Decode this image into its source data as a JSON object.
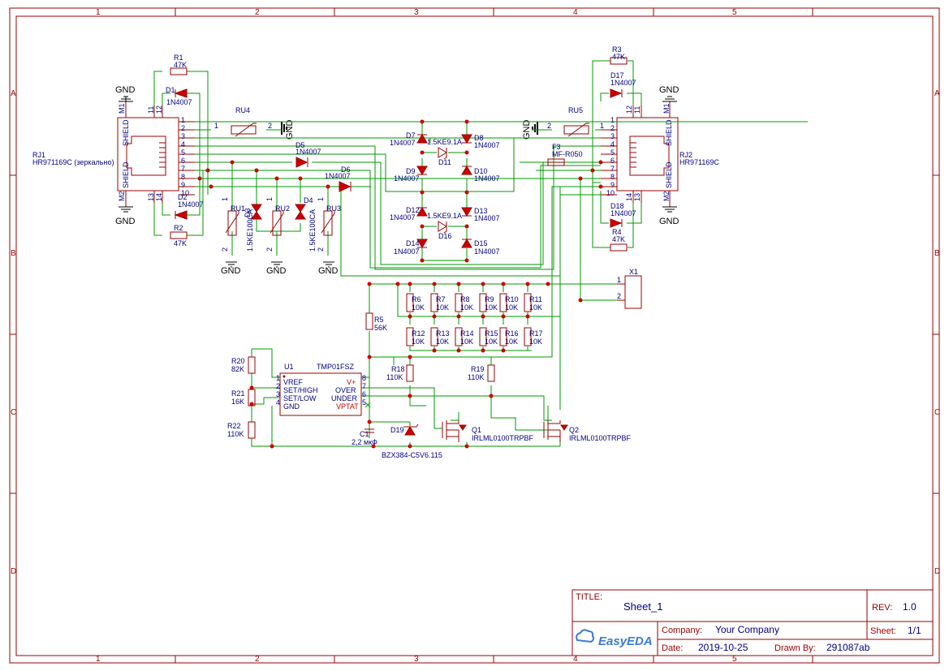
{
  "frame": {
    "col_labels": [
      "1",
      "2",
      "3",
      "4",
      "5"
    ],
    "row_labels": [
      "A",
      "B",
      "C",
      "D"
    ]
  },
  "gnd_label": "GND",
  "connectors": {
    "rj1": {
      "ref": "RJ1",
      "value": "HR971169C (зеркально)",
      "m1": "M1",
      "m2": "M2",
      "shield": "SHIELD"
    },
    "rj2": {
      "ref": "RJ2",
      "value": "HR971169C",
      "m1": "M1",
      "m2": "M2",
      "shield": "SHIELD"
    },
    "x1": {
      "ref": "X1",
      "pin1": "1",
      "pin2": "2"
    }
  },
  "pins": {
    "rj_left": [
      "1",
      "2",
      "3",
      "4",
      "5",
      "6",
      "7",
      "8",
      "9",
      "10"
    ],
    "rj_top": [
      "11",
      "12"
    ],
    "rj_bot": [
      "13",
      "14"
    ],
    "rj2_top": [
      "12",
      "11"
    ],
    "rj2_bot": [
      "14",
      "13"
    ],
    "ru_12": [
      "1",
      "2"
    ]
  },
  "components": {
    "R1": {
      "ref": "R1",
      "val": "47K"
    },
    "R2": {
      "ref": "R2",
      "val": "47K"
    },
    "R3": {
      "ref": "R3",
      "val": "47K"
    },
    "R4": {
      "ref": "R4",
      "val": "47K"
    },
    "D1": {
      "ref": "D1",
      "val": "1N4007"
    },
    "D2": {
      "ref": "D2",
      "val": "1N4007"
    },
    "D17": {
      "ref": "D17",
      "val": "1N4007"
    },
    "D18": {
      "ref": "D18",
      "val": "1N4007"
    },
    "RU4": {
      "ref": "RU4"
    },
    "RU5": {
      "ref": "RU5"
    },
    "D5": {
      "ref": "D5",
      "val": "1N4007"
    },
    "D6": {
      "ref": "D6",
      "val": "1N4007"
    },
    "RU1": {
      "ref": "RU1"
    },
    "RU2": {
      "ref": "RU2"
    },
    "RU3": {
      "ref": "RU3"
    },
    "D3": {
      "ref": "D3",
      "val": "1.5KE100CA"
    },
    "D4": {
      "ref": "D4",
      "val": "1.5KE100CA"
    },
    "D7": {
      "ref": "D7",
      "val": "1N4007"
    },
    "D8": {
      "ref": "D8",
      "val": "1N4007"
    },
    "D9": {
      "ref": "D9",
      "val": "1N4007"
    },
    "D10": {
      "ref": "D10",
      "val": "1N4007"
    },
    "D11": {
      "ref": "D11",
      "val": "1.5KE9.1A"
    },
    "D12": {
      "ref": "D12",
      "val": "1N4007"
    },
    "D13": {
      "ref": "D13",
      "val": "1N4007"
    },
    "D14": {
      "ref": "D14",
      "val": "1N4007"
    },
    "D15": {
      "ref": "D15",
      "val": "1N4007"
    },
    "D16": {
      "ref": "D16",
      "val": "1.5KE9.1A"
    },
    "F3": {
      "ref": "F3",
      "val": "MF-R050"
    },
    "R5": {
      "ref": "R5",
      "val": "56K"
    },
    "R18": {
      "ref": "R18",
      "val": "110K"
    },
    "R19": {
      "ref": "R19",
      "val": "110K"
    },
    "R20": {
      "ref": "R20",
      "val": "82K"
    },
    "R21": {
      "ref": "R21",
      "val": "16K"
    },
    "R22": {
      "ref": "R22",
      "val": "110K"
    },
    "C1": {
      "ref": "C1",
      "val": "2,2 мкФ"
    },
    "D19": {
      "ref": "D19",
      "val": "BZX384-C5V6.115"
    },
    "Q1": {
      "ref": "Q1",
      "val": "IRLML0100TRPBF"
    },
    "Q2": {
      "ref": "Q2",
      "val": "IRLML0100TRPBF"
    },
    "U1": {
      "ref": "U1",
      "val": "TMP01FSZ"
    }
  },
  "res_row1": [
    {
      "ref": "R6",
      "val": "10K"
    },
    {
      "ref": "R7",
      "val": "10K"
    },
    {
      "ref": "R8",
      "val": "10K"
    },
    {
      "ref": "R9",
      "val": "10K"
    },
    {
      "ref": "R10",
      "val": "10K"
    },
    {
      "ref": "R11",
      "val": "10K"
    }
  ],
  "res_row2": [
    {
      "ref": "R12",
      "val": "10K"
    },
    {
      "ref": "R13",
      "val": "10K"
    },
    {
      "ref": "R14",
      "val": "10K"
    },
    {
      "ref": "R15",
      "val": "10K"
    },
    {
      "ref": "R16",
      "val": "10K"
    },
    {
      "ref": "R17",
      "val": "10K"
    }
  ],
  "u1_pins": {
    "left": [
      {
        "num": "1",
        "name": "VREF"
      },
      {
        "num": "2",
        "name": "SET/HIGH"
      },
      {
        "num": "3",
        "name": "SET/LOW"
      },
      {
        "num": "4",
        "name": "GND"
      }
    ],
    "right": [
      {
        "num": "8",
        "name": "V+"
      },
      {
        "num": "7",
        "name": "OVER"
      },
      {
        "num": "6",
        "name": "UNDER"
      },
      {
        "num": "5",
        "name": "VPTAT"
      }
    ]
  },
  "title_block": {
    "title_label": "TITLE:",
    "title": "Sheet_1",
    "rev_label": "REV:",
    "rev": "1.0",
    "company_label": "Company:",
    "company": "Your Company",
    "sheet_label": "Sheet:",
    "sheet": "1/1",
    "date_label": "Date:",
    "date": "2019-10-25",
    "drawn_label": "Drawn By:",
    "drawn": "291087ab",
    "logo_text": "EasyEDA"
  }
}
